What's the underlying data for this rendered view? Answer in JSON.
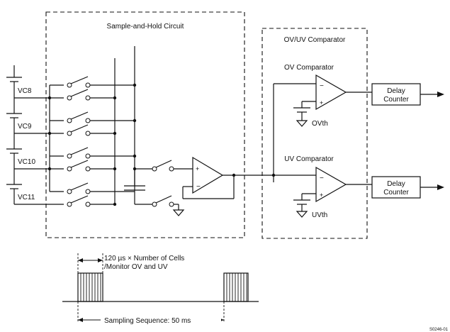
{
  "sample_hold": {
    "title": "Sample-and-Hold Circuit"
  },
  "comparator_block": {
    "title": "OV/UV Comparator"
  },
  "ov_comparator": {
    "label": "OV Comparator",
    "threshold": "OVth"
  },
  "uv_comparator": {
    "label": "UV Comparator",
    "threshold": "UVth"
  },
  "delay_counters": [
    {
      "line1": "Delay",
      "line2": "Counter"
    },
    {
      "line1": "Delay",
      "line2": "Counter"
    }
  ],
  "cells": [
    {
      "label": "VC8"
    },
    {
      "label": "VC9"
    },
    {
      "label": "VC10"
    },
    {
      "label": "VC11"
    }
  ],
  "timing": {
    "pulse_note_line1": "120 µs × Number of Cells",
    "pulse_note_line2": "/Monitor OV and UV",
    "sequence_label": "Sampling Sequence: 50 ms"
  },
  "figure_id": "S0246-01"
}
